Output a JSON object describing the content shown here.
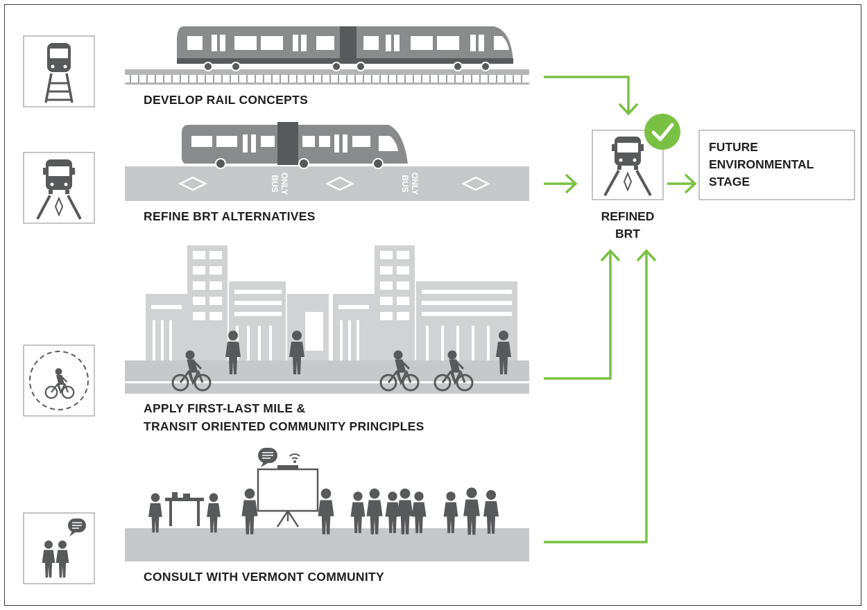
{
  "steps": [
    {
      "label": "DEVELOP RAIL CONCEPTS",
      "icon": "train-on-tracks-icon"
    },
    {
      "label": "REFINE BRT ALTERNATIVES",
      "icon": "bus-on-diamond-lane-icon"
    },
    {
      "label_lines": [
        "APPLY FIRST-LAST MILE &",
        "TRANSIT ORIENTED COMMUNITY PRINCIPLES"
      ],
      "icon": "cyclist-in-circle-icon"
    },
    {
      "label": "CONSULT WITH VERMONT COMMUNITY",
      "icon": "people-talking-icon"
    }
  ],
  "road_markings": {
    "bus_lane_text": [
      "BUS",
      "ONLY"
    ]
  },
  "outcome": {
    "label_lines": [
      "REFINED",
      "BRT"
    ],
    "icon": "bus-on-diamond-lane-icon",
    "badge_icon": "checkmark-icon"
  },
  "next_stage": {
    "label_lines": [
      "FUTURE",
      "ENVIRONMENTAL",
      "STAGE"
    ]
  },
  "colors": {
    "arrow": "#7ac143",
    "icon_gray": "#58595b",
    "road_gray": "#c7c8ca",
    "building_gray": "#d1d2d4",
    "text": "#1f1f1f"
  }
}
